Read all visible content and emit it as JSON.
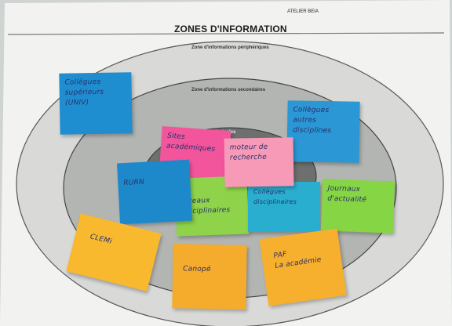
{
  "sheet": {
    "header": "ATELIER BEIA",
    "title": "ZONES D'INFORMATION",
    "zones": {
      "outer": "Zone d'informations périphériques",
      "middle": "Zone d'informations secondaires",
      "inner": "... principales"
    }
  },
  "notes": [
    {
      "id": "collegues-superieurs",
      "text": "Collègues\nsupérieurs\n(UNIV)",
      "color": "#1f8ed0"
    },
    {
      "id": "sites-academiques",
      "text": "Sites\nacadémiques",
      "color": "#f2559c"
    },
    {
      "id": "collegues-autres-disciplines",
      "text": "Collègues\nautres\ndisciplines",
      "color": "#2b97d4"
    },
    {
      "id": "moteur-de-recherche",
      "text": "moteur de\nrecherche",
      "color": "#f79ab8"
    },
    {
      "id": "rurn",
      "text": "RURN",
      "color": "#1d89cb"
    },
    {
      "id": "reseaux-disciplinaires",
      "text": "...seaux\n...sciplinaires",
      "color": "#8ed34a"
    },
    {
      "id": "collegues-disciplinaires",
      "text": "Collègues\ndisciplinaires",
      "color": "#2aaed0"
    },
    {
      "id": "journaux-actualite",
      "text": "Journaux\nd'actualité",
      "color": "#86d544"
    },
    {
      "id": "clemi",
      "text": "CLEMi",
      "color": "#f8b92e"
    },
    {
      "id": "canope",
      "text": "Canopé",
      "color": "#f5ac2c"
    },
    {
      "id": "paf",
      "text": "PAF\nLa académie",
      "color": "#f6b02e"
    }
  ]
}
